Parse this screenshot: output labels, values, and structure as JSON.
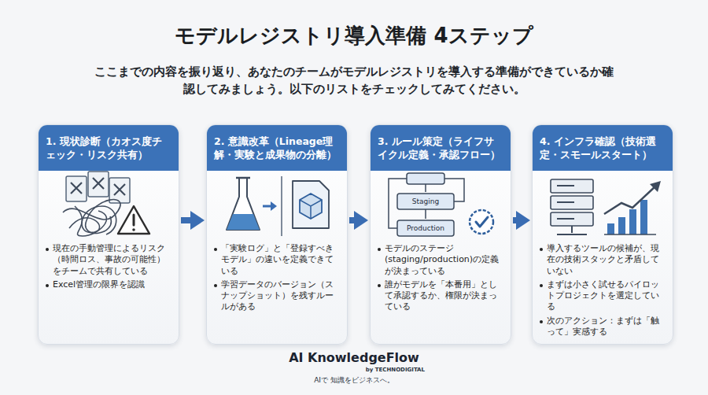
{
  "diagram": {
    "title": "モデルレジストリ導入準備 4ステップ",
    "nodes": [
      {
        "text": [
          "1. 現状診断（カオス度チェック・リスク共有）",
          "現在の手動管理によるリスク（時間ロス、事故の可能性）をチームで共有している",
          "Excel管理の限界を認識"
        ]
      },
      {
        "text": [
          "2. 意識改革（Lineage理解・実験と成果物の分離）",
          "「実験ログ」と「登録すべきモデル」の違いを定義できている",
          "学習データのバージョン（スナップショット）を残すルールがある"
        ]
      },
      {
        "text": [
          "3. ルール策定（ライフサイクル定義・承認フロー）",
          "モデルのステージ(staging/production)の定義が決まっている",
          "誰がモデルを「本番用」として承認するか、権限が決まっている"
        ]
      },
      {
        "text": [
          "4. インフラ確認（技術選定・スモールスタート）",
          "導入するツールの候補が、現在の技術スタックと矛盾していない",
          "まずは小さく試せるパイロットプロジェクトを選定している",
          "次のアクション：まずは「触って」実感する"
        ]
      }
    ],
    "edges": [
      {
        "from": 0,
        "to": 1,
        "arrow": "to"
      },
      {
        "from": 1,
        "to": 2,
        "arrow": "to"
      },
      {
        "from": 2,
        "to": 3,
        "arrow": "to"
      }
    ],
    "labels": [
      "ここまでの内容を振り返り、あなたのチームがモデルレジストリを導入する準備ができているか確認してみましょう。以下のリストをチェックしてみてください。",
      "Staging",
      "Production",
      "AI KnowledgeFlow",
      "by TECHNODIGITAL",
      "AIで 知識をビジネスへ。"
    ]
  }
}
